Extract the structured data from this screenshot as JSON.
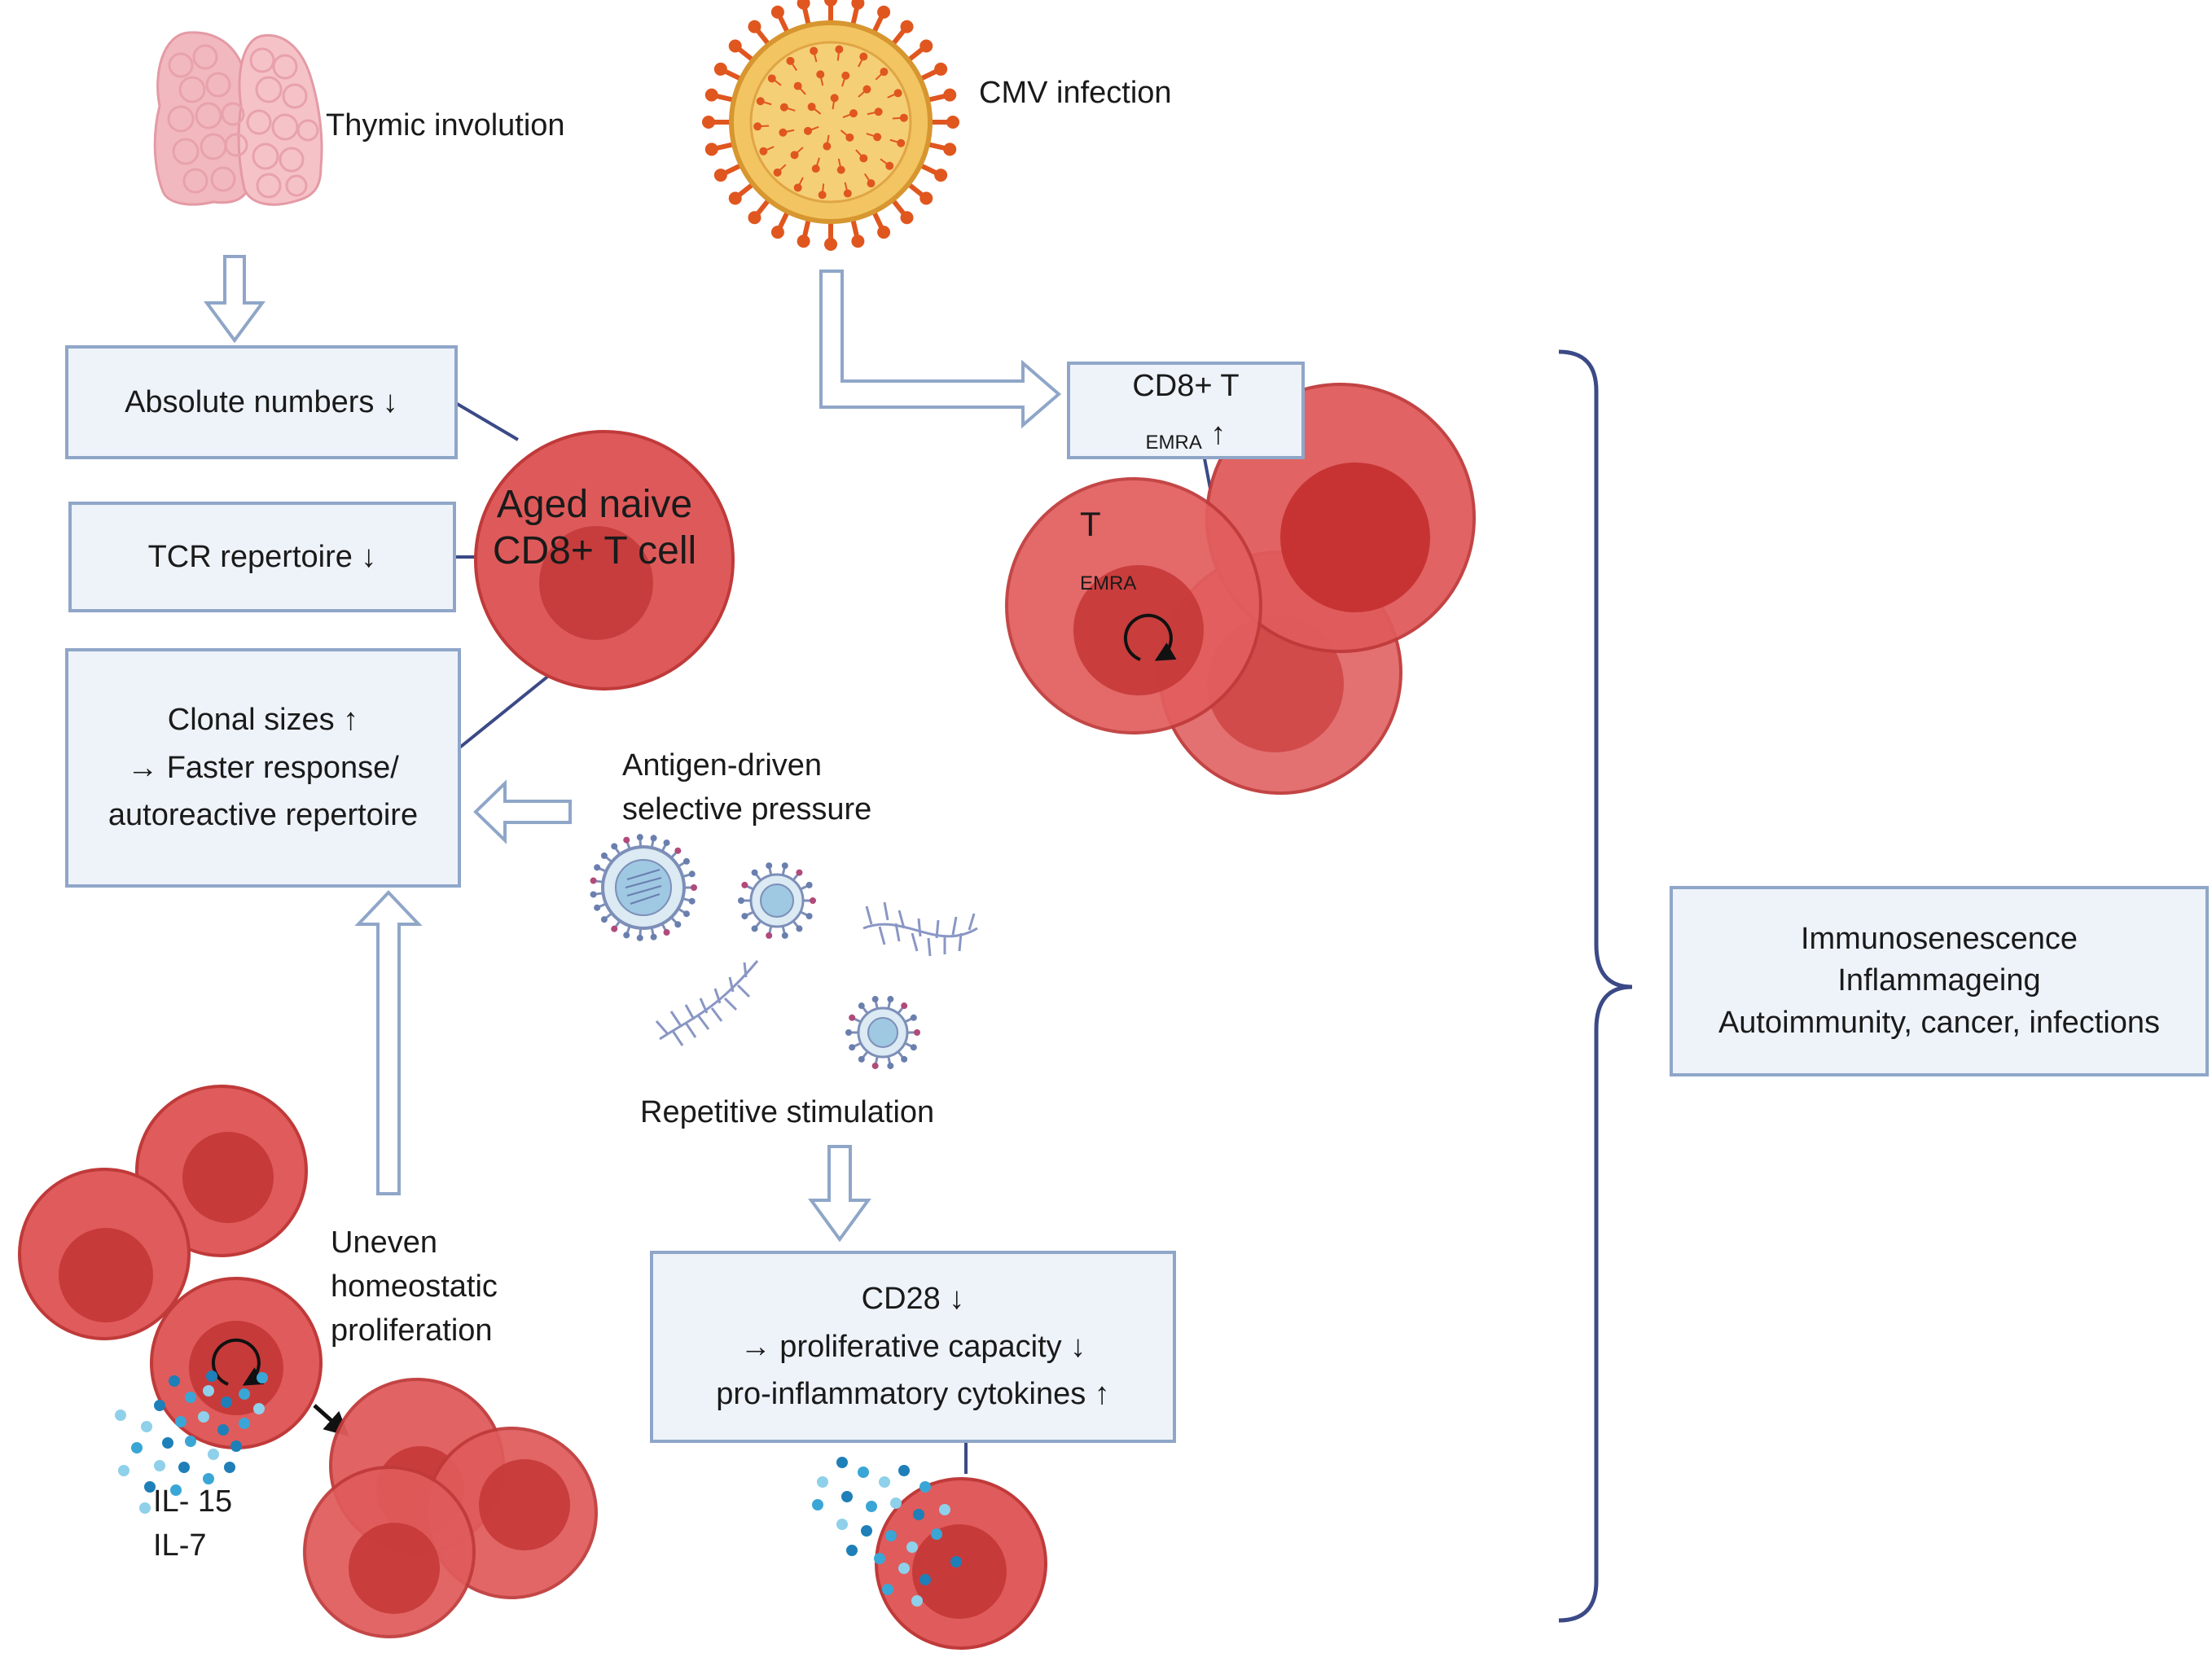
{
  "colors": {
    "cell": "#de5656",
    "cell_nucleus": "#c73535",
    "box_fill": "#eef3fa",
    "box_border": "#8fa6c8",
    "brace": "#3b4a86",
    "cytokine": "#3aa6d6"
  },
  "labels": {
    "thymic_involution": "Thymic involution",
    "cmv_infection": "CMV infection",
    "antigen_driven": [
      "Antigen-driven",
      "selective pressure"
    ],
    "repetitive_stimulation": "Repetitive stimulation",
    "uneven": [
      "Uneven",
      "homeostatic",
      "proliferation"
    ],
    "il15": "IL- 15",
    "il7": "IL-7"
  },
  "boxes": {
    "absolute_numbers": "Absolute numbers ↓",
    "tcr_repertoire": "TCR repertoire ↓",
    "clonal": [
      "Clonal sizes ↑",
      "→ Faster response/",
      "autoreactive repertoire"
    ],
    "temra": {
      "prefix": "CD8+ T",
      "sub": "EMRA",
      "suffix": " ↑"
    },
    "cd28": [
      "CD28 ↓",
      "→ proliferative capacity ↓",
      "pro-inflammatory cytokines ↑"
    ],
    "outcome": [
      "Immunosenescence",
      "Inflammageing",
      "Autoimmunity, cancer, infections"
    ]
  },
  "cells": {
    "aged_naive": [
      "Aged naive",
      "CD8+ T cell"
    ],
    "temra": {
      "prefix": "T",
      "sub": "EMRA"
    }
  },
  "icons": [
    "thymus-icon",
    "cmv-virus-icon",
    "virus-particle-icon",
    "protein-fragment-icon",
    "cell-cycle-icon",
    "cytokine-dots-icon"
  ]
}
